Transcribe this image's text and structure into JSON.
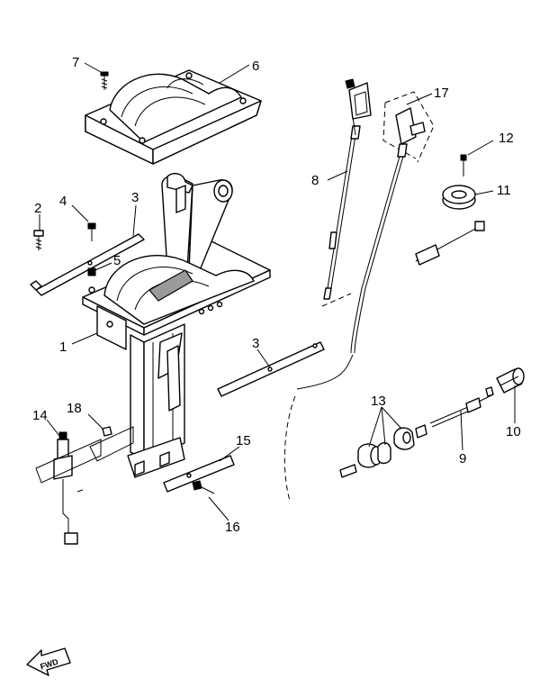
{
  "callouts": {
    "c1": "1",
    "c2": "2",
    "c3a": "3",
    "c3b": "3",
    "c4": "4",
    "c5": "5",
    "c6": "6",
    "c7": "7",
    "c8": "8",
    "c9": "9",
    "c10": "10",
    "c11": "11",
    "c12": "12",
    "c13": "13",
    "c14": "14",
    "c15": "15",
    "c16": "16",
    "c17": "17",
    "c18": "18"
  },
  "direction_indicator": {
    "label": "FWD",
    "icon": "arrow-left-icon"
  }
}
